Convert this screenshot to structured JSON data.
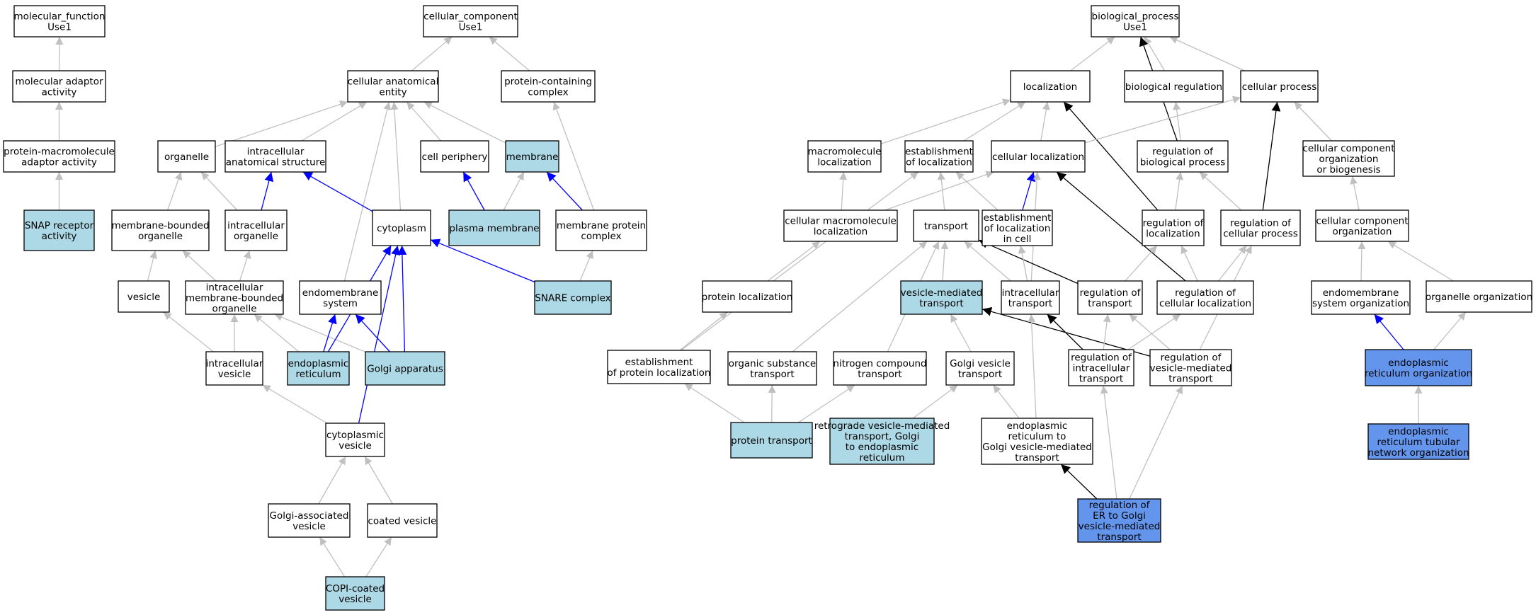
{
  "colors": {
    "plain": "#ffffff",
    "light": "#add8e6",
    "dark": "#6495ed",
    "gray_edge": "#c0c0c0",
    "blue_edge": "#0000ff",
    "black_edge": "#000000"
  },
  "nodes": [
    {
      "id": "mf_use1",
      "lines": [
        "molecular_function",
        "Use1"
      ],
      "style": "plain"
    },
    {
      "id": "mol_adaptor",
      "lines": [
        "molecular adaptor",
        "activity"
      ],
      "style": "plain"
    },
    {
      "id": "prot_macro_adaptor",
      "lines": [
        "protein-macromolecule",
        "adaptor activity"
      ],
      "style": "plain"
    },
    {
      "id": "snap_receptor",
      "lines": [
        "SNAP receptor",
        "activity"
      ],
      "style": "light"
    },
    {
      "id": "cc_use1",
      "lines": [
        "cellular_component",
        "Use1"
      ],
      "style": "plain"
    },
    {
      "id": "cell_anat_entity",
      "lines": [
        "cellular anatomical",
        "entity"
      ],
      "style": "plain"
    },
    {
      "id": "prot_containing_complex",
      "lines": [
        "protein-containing",
        "complex"
      ],
      "style": "plain"
    },
    {
      "id": "organelle",
      "lines": [
        "organelle"
      ],
      "style": "plain"
    },
    {
      "id": "intracell_anat_struct",
      "lines": [
        "intracellular",
        "anatomical structure"
      ],
      "style": "plain"
    },
    {
      "id": "cell_periphery",
      "lines": [
        "cell periphery"
      ],
      "style": "plain"
    },
    {
      "id": "membrane",
      "lines": [
        "membrane"
      ],
      "style": "light"
    },
    {
      "id": "membrane_bounded_organelle",
      "lines": [
        "membrane-bounded",
        "organelle"
      ],
      "style": "plain"
    },
    {
      "id": "intracell_organelle",
      "lines": [
        "intracellular",
        "organelle"
      ],
      "style": "plain"
    },
    {
      "id": "cytoplasm",
      "lines": [
        "cytoplasm"
      ],
      "style": "plain"
    },
    {
      "id": "plasma_membrane",
      "lines": [
        "plasma membrane"
      ],
      "style": "light"
    },
    {
      "id": "membrane_prot_complex",
      "lines": [
        "membrane protein",
        "complex"
      ],
      "style": "plain"
    },
    {
      "id": "vesicle",
      "lines": [
        "vesicle"
      ],
      "style": "plain"
    },
    {
      "id": "intracell_mb_organelle",
      "lines": [
        "intracellular",
        "membrane-bounded",
        "organelle"
      ],
      "style": "plain"
    },
    {
      "id": "endomembrane_system",
      "lines": [
        "endomembrane",
        "system"
      ],
      "style": "plain"
    },
    {
      "id": "snare_complex",
      "lines": [
        "SNARE complex"
      ],
      "style": "light"
    },
    {
      "id": "intracell_vesicle",
      "lines": [
        "intracellular",
        "vesicle"
      ],
      "style": "plain"
    },
    {
      "id": "er",
      "lines": [
        "endoplasmic",
        "reticulum"
      ],
      "style": "light"
    },
    {
      "id": "golgi_apparatus",
      "lines": [
        "Golgi apparatus"
      ],
      "style": "light"
    },
    {
      "id": "cytoplasmic_vesicle",
      "lines": [
        "cytoplasmic",
        "vesicle"
      ],
      "style": "plain"
    },
    {
      "id": "golgi_assoc_vesicle",
      "lines": [
        "Golgi-associated",
        "vesicle"
      ],
      "style": "plain"
    },
    {
      "id": "coated_vesicle",
      "lines": [
        "coated vesicle"
      ],
      "style": "plain"
    },
    {
      "id": "copi_vesicle",
      "lines": [
        "COPI-coated",
        "vesicle"
      ],
      "style": "light"
    },
    {
      "id": "bp_use1",
      "lines": [
        "biological_process",
        "Use1"
      ],
      "style": "plain"
    },
    {
      "id": "localization",
      "lines": [
        "localization"
      ],
      "style": "plain"
    },
    {
      "id": "bio_regulation",
      "lines": [
        "biological regulation"
      ],
      "style": "plain"
    },
    {
      "id": "cellular_process",
      "lines": [
        "cellular process"
      ],
      "style": "plain"
    },
    {
      "id": "macromolecule_loc",
      "lines": [
        "macromolecule",
        "localization"
      ],
      "style": "plain"
    },
    {
      "id": "establish_loc",
      "lines": [
        "establishment",
        "of localization"
      ],
      "style": "plain"
    },
    {
      "id": "cellular_loc",
      "lines": [
        "cellular localization"
      ],
      "style": "plain"
    },
    {
      "id": "reg_bio_process",
      "lines": [
        "regulation of",
        "biological process"
      ],
      "style": "plain"
    },
    {
      "id": "cc_org_biogenesis",
      "lines": [
        "cellular component",
        "organization",
        "or biogenesis"
      ],
      "style": "plain"
    },
    {
      "id": "cell_macromol_loc",
      "lines": [
        "cellular macromolecule",
        "localization"
      ],
      "style": "plain"
    },
    {
      "id": "transport",
      "lines": [
        "transport"
      ],
      "style": "plain"
    },
    {
      "id": "establish_loc_cell",
      "lines": [
        "establishment",
        "of localization",
        "in cell"
      ],
      "style": "plain"
    },
    {
      "id": "reg_localization",
      "lines": [
        "regulation of",
        "localization"
      ],
      "style": "plain"
    },
    {
      "id": "reg_cellular_process",
      "lines": [
        "regulation of",
        "cellular process"
      ],
      "style": "plain"
    },
    {
      "id": "cc_organization",
      "lines": [
        "cellular component",
        "organization"
      ],
      "style": "plain"
    },
    {
      "id": "protein_loc",
      "lines": [
        "protein localization"
      ],
      "style": "plain"
    },
    {
      "id": "vesicle_mediated_transport",
      "lines": [
        "vesicle-mediated",
        "transport"
      ],
      "style": "light"
    },
    {
      "id": "intracell_transport",
      "lines": [
        "intracellular",
        "transport"
      ],
      "style": "plain"
    },
    {
      "id": "reg_transport",
      "lines": [
        "regulation of",
        "transport"
      ],
      "style": "plain"
    },
    {
      "id": "reg_cell_loc",
      "lines": [
        "regulation of",
        "cellular localization"
      ],
      "style": "plain"
    },
    {
      "id": "endomembrane_sys_org",
      "lines": [
        "endomembrane",
        "system organization"
      ],
      "style": "plain"
    },
    {
      "id": "organelle_org",
      "lines": [
        "organelle organization"
      ],
      "style": "plain"
    },
    {
      "id": "establish_prot_loc",
      "lines": [
        "establishment",
        "of protein localization"
      ],
      "style": "plain"
    },
    {
      "id": "organic_subst_transport",
      "lines": [
        "organic substance",
        "transport"
      ],
      "style": "plain"
    },
    {
      "id": "nitrogen_compound_transport",
      "lines": [
        "nitrogen compound",
        "transport"
      ],
      "style": "plain"
    },
    {
      "id": "golgi_vesicle_transport",
      "lines": [
        "Golgi vesicle",
        "transport"
      ],
      "style": "plain"
    },
    {
      "id": "reg_intracell_transport",
      "lines": [
        "regulation of",
        "intracellular",
        "transport"
      ],
      "style": "plain"
    },
    {
      "id": "reg_vesicle_mediated_transport",
      "lines": [
        "regulation of",
        "vesicle-mediated",
        "transport"
      ],
      "style": "plain"
    },
    {
      "id": "er_organization",
      "lines": [
        "endoplasmic",
        "reticulum organization"
      ],
      "style": "dark"
    },
    {
      "id": "protein_transport",
      "lines": [
        "protein transport"
      ],
      "style": "light"
    },
    {
      "id": "retrograde_transport",
      "lines": [
        "retrograde vesicle-mediated",
        "transport, Golgi",
        "to endoplasmic",
        "reticulum"
      ],
      "style": "light"
    },
    {
      "id": "er_to_golgi_transport",
      "lines": [
        "endoplasmic",
        "reticulum to",
        "Golgi vesicle-mediated",
        "transport"
      ],
      "style": "plain"
    },
    {
      "id": "er_tubular_network_org",
      "lines": [
        "endoplasmic",
        "reticulum tubular",
        "network organization"
      ],
      "style": "dark"
    },
    {
      "id": "reg_er_to_golgi",
      "lines": [
        "regulation of",
        "ER to Golgi",
        "vesicle-mediated",
        "transport"
      ],
      "style": "dark"
    }
  ],
  "edges": [
    {
      "from": "mol_adaptor",
      "to": "mf_use1",
      "color": "gray"
    },
    {
      "from": "prot_macro_adaptor",
      "to": "mol_adaptor",
      "color": "gray"
    },
    {
      "from": "snap_receptor",
      "to": "prot_macro_adaptor",
      "color": "gray"
    },
    {
      "from": "cell_anat_entity",
      "to": "cc_use1",
      "color": "gray"
    },
    {
      "from": "prot_containing_complex",
      "to": "cc_use1",
      "color": "gray"
    },
    {
      "from": "organelle",
      "to": "cell_anat_entity",
      "color": "gray"
    },
    {
      "from": "intracell_anat_struct",
      "to": "cell_anat_entity",
      "color": "gray"
    },
    {
      "from": "cell_periphery",
      "to": "cell_anat_entity",
      "color": "gray"
    },
    {
      "from": "membrane",
      "to": "cell_anat_entity",
      "color": "gray"
    },
    {
      "from": "cytoplasm",
      "to": "cell_anat_entity",
      "color": "gray"
    },
    {
      "from": "endomembrane_system",
      "to": "cell_anat_entity",
      "color": "gray"
    },
    {
      "from": "membrane_bounded_organelle",
      "to": "organelle",
      "color": "gray"
    },
    {
      "from": "intracell_organelle",
      "to": "organelle",
      "color": "gray"
    },
    {
      "from": "intracell_organelle",
      "to": "intracell_anat_struct",
      "color": "blue"
    },
    {
      "from": "cytoplasm",
      "to": "intracell_anat_struct",
      "color": "blue"
    },
    {
      "from": "plasma_membrane",
      "to": "cell_periphery",
      "color": "blue"
    },
    {
      "from": "plasma_membrane",
      "to": "membrane",
      "color": "gray"
    },
    {
      "from": "membrane_prot_complex",
      "to": "membrane",
      "color": "blue"
    },
    {
      "from": "membrane_prot_complex",
      "to": "prot_containing_complex",
      "color": "gray"
    },
    {
      "from": "snare_complex",
      "to": "membrane_prot_complex",
      "color": "gray"
    },
    {
      "from": "snare_complex",
      "to": "cytoplasm",
      "color": "blue"
    },
    {
      "from": "vesicle",
      "to": "membrane_bounded_organelle",
      "color": "gray"
    },
    {
      "from": "intracell_mb_organelle",
      "to": "membrane_bounded_organelle",
      "color": "gray"
    },
    {
      "from": "intracell_mb_organelle",
      "to": "intracell_organelle",
      "color": "gray"
    },
    {
      "from": "intracell_vesicle",
      "to": "vesicle",
      "color": "gray"
    },
    {
      "from": "intracell_vesicle",
      "to": "intracell_mb_organelle",
      "color": "gray"
    },
    {
      "from": "er",
      "to": "intracell_mb_organelle",
      "color": "gray"
    },
    {
      "from": "golgi_apparatus",
      "to": "intracell_mb_organelle",
      "color": "gray"
    },
    {
      "from": "er",
      "to": "endomembrane_system",
      "color": "blue"
    },
    {
      "from": "golgi_apparatus",
      "to": "endomembrane_system",
      "color": "blue"
    },
    {
      "from": "er",
      "to": "cytoplasm",
      "color": "blue"
    },
    {
      "from": "golgi_apparatus",
      "to": "cytoplasm",
      "color": "blue"
    },
    {
      "from": "cytoplasmic_vesicle",
      "to": "cytoplasm",
      "color": "blue"
    },
    {
      "from": "cytoplasmic_vesicle",
      "to": "intracell_vesicle",
      "color": "gray"
    },
    {
      "from": "golgi_assoc_vesicle",
      "to": "cytoplasmic_vesicle",
      "color": "gray"
    },
    {
      "from": "coated_vesicle",
      "to": "cytoplasmic_vesicle",
      "color": "gray"
    },
    {
      "from": "copi_vesicle",
      "to": "golgi_assoc_vesicle",
      "color": "gray"
    },
    {
      "from": "copi_vesicle",
      "to": "coated_vesicle",
      "color": "gray"
    },
    {
      "from": "localization",
      "to": "bp_use1",
      "color": "gray"
    },
    {
      "from": "bio_regulation",
      "to": "bp_use1",
      "color": "gray"
    },
    {
      "from": "cellular_process",
      "to": "bp_use1",
      "color": "gray"
    },
    {
      "from": "reg_bio_process",
      "to": "bp_use1",
      "color": "black"
    },
    {
      "from": "macromolecule_loc",
      "to": "localization",
      "color": "gray"
    },
    {
      "from": "establish_loc",
      "to": "localization",
      "color": "gray"
    },
    {
      "from": "cellular_loc",
      "to": "localization",
      "color": "gray"
    },
    {
      "from": "reg_localization",
      "to": "localization",
      "color": "black"
    },
    {
      "from": "cellular_loc",
      "to": "cellular_process",
      "color": "gray"
    },
    {
      "from": "reg_bio_process",
      "to": "bio_regulation",
      "color": "gray"
    },
    {
      "from": "reg_cellular_process",
      "to": "cellular_process",
      "color": "black"
    },
    {
      "from": "cc_org_biogenesis",
      "to": "cellular_process",
      "color": "gray"
    },
    {
      "from": "cell_macromol_loc",
      "to": "macromolecule_loc",
      "color": "gray"
    },
    {
      "from": "cell_macromol_loc",
      "to": "cellular_loc",
      "color": "gray"
    },
    {
      "from": "transport",
      "to": "establish_loc",
      "color": "gray"
    },
    {
      "from": "establish_loc_cell",
      "to": "establish_loc",
      "color": "gray"
    },
    {
      "from": "establish_loc_cell",
      "to": "cellular_loc",
      "color": "blue"
    },
    {
      "from": "establish_prot_loc",
      "to": "establish_loc",
      "color": "gray"
    },
    {
      "from": "intracell_transport",
      "to": "cellular_loc",
      "color": "gray"
    },
    {
      "from": "reg_cell_loc",
      "to": "cellular_loc",
      "color": "black"
    },
    {
      "from": "reg_localization",
      "to": "reg_bio_process",
      "color": "gray"
    },
    {
      "from": "reg_cellular_process",
      "to": "reg_bio_process",
      "color": "gray"
    },
    {
      "from": "cc_organization",
      "to": "cc_org_biogenesis",
      "color": "gray"
    },
    {
      "from": "protein_loc",
      "to": "cell_macromol_loc",
      "color": "gray"
    },
    {
      "from": "vesicle_mediated_transport",
      "to": "transport",
      "color": "gray"
    },
    {
      "from": "intracell_transport",
      "to": "transport",
      "color": "gray"
    },
    {
      "from": "reg_transport",
      "to": "transport",
      "color": "black"
    },
    {
      "from": "organic_subst_transport",
      "to": "transport",
      "color": "gray"
    },
    {
      "from": "nitrogen_compound_transport",
      "to": "transport",
      "color": "gray"
    },
    {
      "from": "intracell_transport",
      "to": "establish_loc_cell",
      "color": "gray"
    },
    {
      "from": "reg_transport",
      "to": "reg_localization",
      "color": "gray"
    },
    {
      "from": "reg_cell_loc",
      "to": "reg_localization",
      "color": "gray"
    },
    {
      "from": "reg_cell_loc",
      "to": "reg_cellular_process",
      "color": "gray"
    },
    {
      "from": "reg_vesicle_mediated_transport",
      "to": "reg_cellular_process",
      "color": "gray"
    },
    {
      "from": "endomembrane_sys_org",
      "to": "cc_organization",
      "color": "gray"
    },
    {
      "from": "organelle_org",
      "to": "cc_organization",
      "color": "gray"
    },
    {
      "from": "establish_prot_loc",
      "to": "protein_loc",
      "color": "gray"
    },
    {
      "from": "golgi_vesicle_transport",
      "to": "vesicle_mediated_transport",
      "color": "gray"
    },
    {
      "from": "reg_vesicle_mediated_transport",
      "to": "vesicle_mediated_transport",
      "color": "black"
    },
    {
      "from": "er_to_golgi_transport",
      "to": "intracell_transport",
      "color": "gray"
    },
    {
      "from": "reg_intracell_transport",
      "to": "intracell_transport",
      "color": "black"
    },
    {
      "from": "reg_intracell_transport",
      "to": "reg_transport",
      "color": "gray"
    },
    {
      "from": "reg_vesicle_mediated_transport",
      "to": "reg_transport",
      "color": "gray"
    },
    {
      "from": "reg_intracell_transport",
      "to": "reg_cell_loc",
      "color": "gray"
    },
    {
      "from": "er_organization",
      "to": "endomembrane_sys_org",
      "color": "blue"
    },
    {
      "from": "er_organization",
      "to": "organelle_org",
      "color": "gray"
    },
    {
      "from": "protein_transport",
      "to": "establish_prot_loc",
      "color": "gray"
    },
    {
      "from": "protein_transport",
      "to": "organic_subst_transport",
      "color": "gray"
    },
    {
      "from": "protein_transport",
      "to": "nitrogen_compound_transport",
      "color": "gray"
    },
    {
      "from": "retrograde_transport",
      "to": "golgi_vesicle_transport",
      "color": "gray"
    },
    {
      "from": "er_to_golgi_transport",
      "to": "golgi_vesicle_transport",
      "color": "gray"
    },
    {
      "from": "er_tubular_network_org",
      "to": "er_organization",
      "color": "gray"
    },
    {
      "from": "reg_er_to_golgi",
      "to": "er_to_golgi_transport",
      "color": "black"
    },
    {
      "from": "reg_er_to_golgi",
      "to": "reg_intracell_transport",
      "color": "gray"
    },
    {
      "from": "reg_er_to_golgi",
      "to": "reg_vesicle_mediated_transport",
      "color": "gray"
    }
  ]
}
